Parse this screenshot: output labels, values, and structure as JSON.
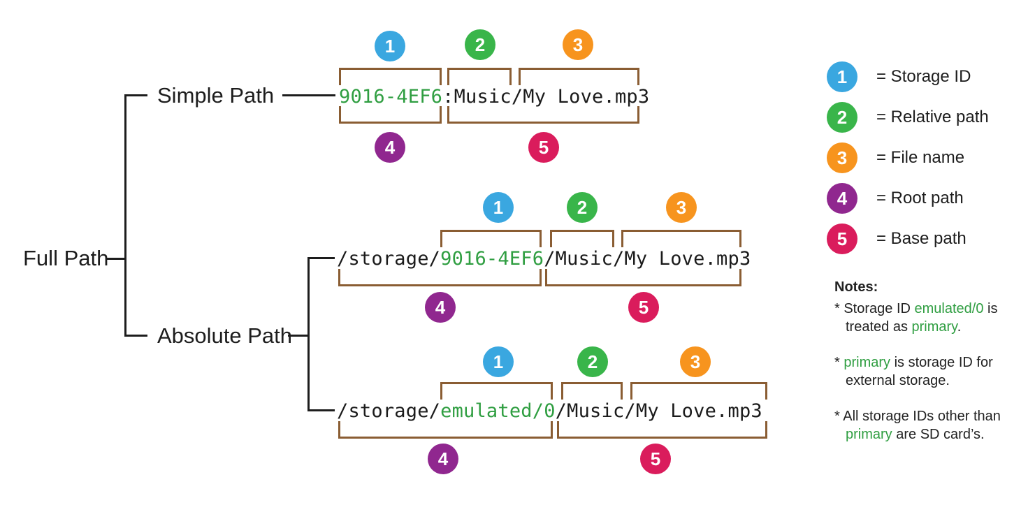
{
  "tree": {
    "root": "Full Path",
    "branch1": "Simple Path",
    "branch2": "Absolute Path"
  },
  "paths": {
    "simple": {
      "id": "9016-4EF6",
      "rest": ":Music/My Love.mp3"
    },
    "absolute1": {
      "prefix": "/storage/",
      "id": "9016-4EF6",
      "rest": "/Music/My Love.mp3"
    },
    "absolute2": {
      "prefix": "/storage/",
      "id": "emulated/0",
      "rest": "/Music/My Love.mp3"
    }
  },
  "legend": {
    "items": [
      {
        "num": "1",
        "label": "= Storage ID",
        "color": "#3aa7e0"
      },
      {
        "num": "2",
        "label": "= Relative path",
        "color": "#39b54a"
      },
      {
        "num": "3",
        "label": "= File name",
        "color": "#f7941e"
      },
      {
        "num": "4",
        "label": "= Root path",
        "color": "#90278f"
      },
      {
        "num": "5",
        "label": "= Base path",
        "color": "#da1c5c"
      }
    ]
  },
  "notes": {
    "title": "Notes:",
    "items": [
      {
        "lines": [
          [
            {
              "t": "* Storage ID "
            },
            {
              "t": "emulated/0",
              "g": true
            },
            {
              "t": " is"
            }
          ],
          [
            {
              "t": "treated as "
            },
            {
              "t": "primary",
              "g": true
            },
            {
              "t": "."
            }
          ]
        ]
      },
      {
        "lines": [
          [
            {
              "t": "* "
            },
            {
              "t": "primary",
              "g": true
            },
            {
              "t": " is storage ID for"
            }
          ],
          [
            {
              "t": "external storage."
            }
          ]
        ]
      },
      {
        "lines": [
          [
            {
              "t": "* All storage IDs other than"
            }
          ],
          [
            {
              "t": "primary",
              "g": true
            },
            {
              "t": " are SD card’s."
            }
          ]
        ]
      }
    ]
  },
  "colors": {
    "storage_id_blue": "#3aa7e0",
    "relative_path_green": "#39b54a",
    "file_name_orange": "#f7941e",
    "root_path_purple": "#90278f",
    "base_path_pink": "#da1c5c",
    "code_green_text": "#2f9e41",
    "bracket_brown": "#8a5d33",
    "line_black": "#1d1d1d"
  }
}
